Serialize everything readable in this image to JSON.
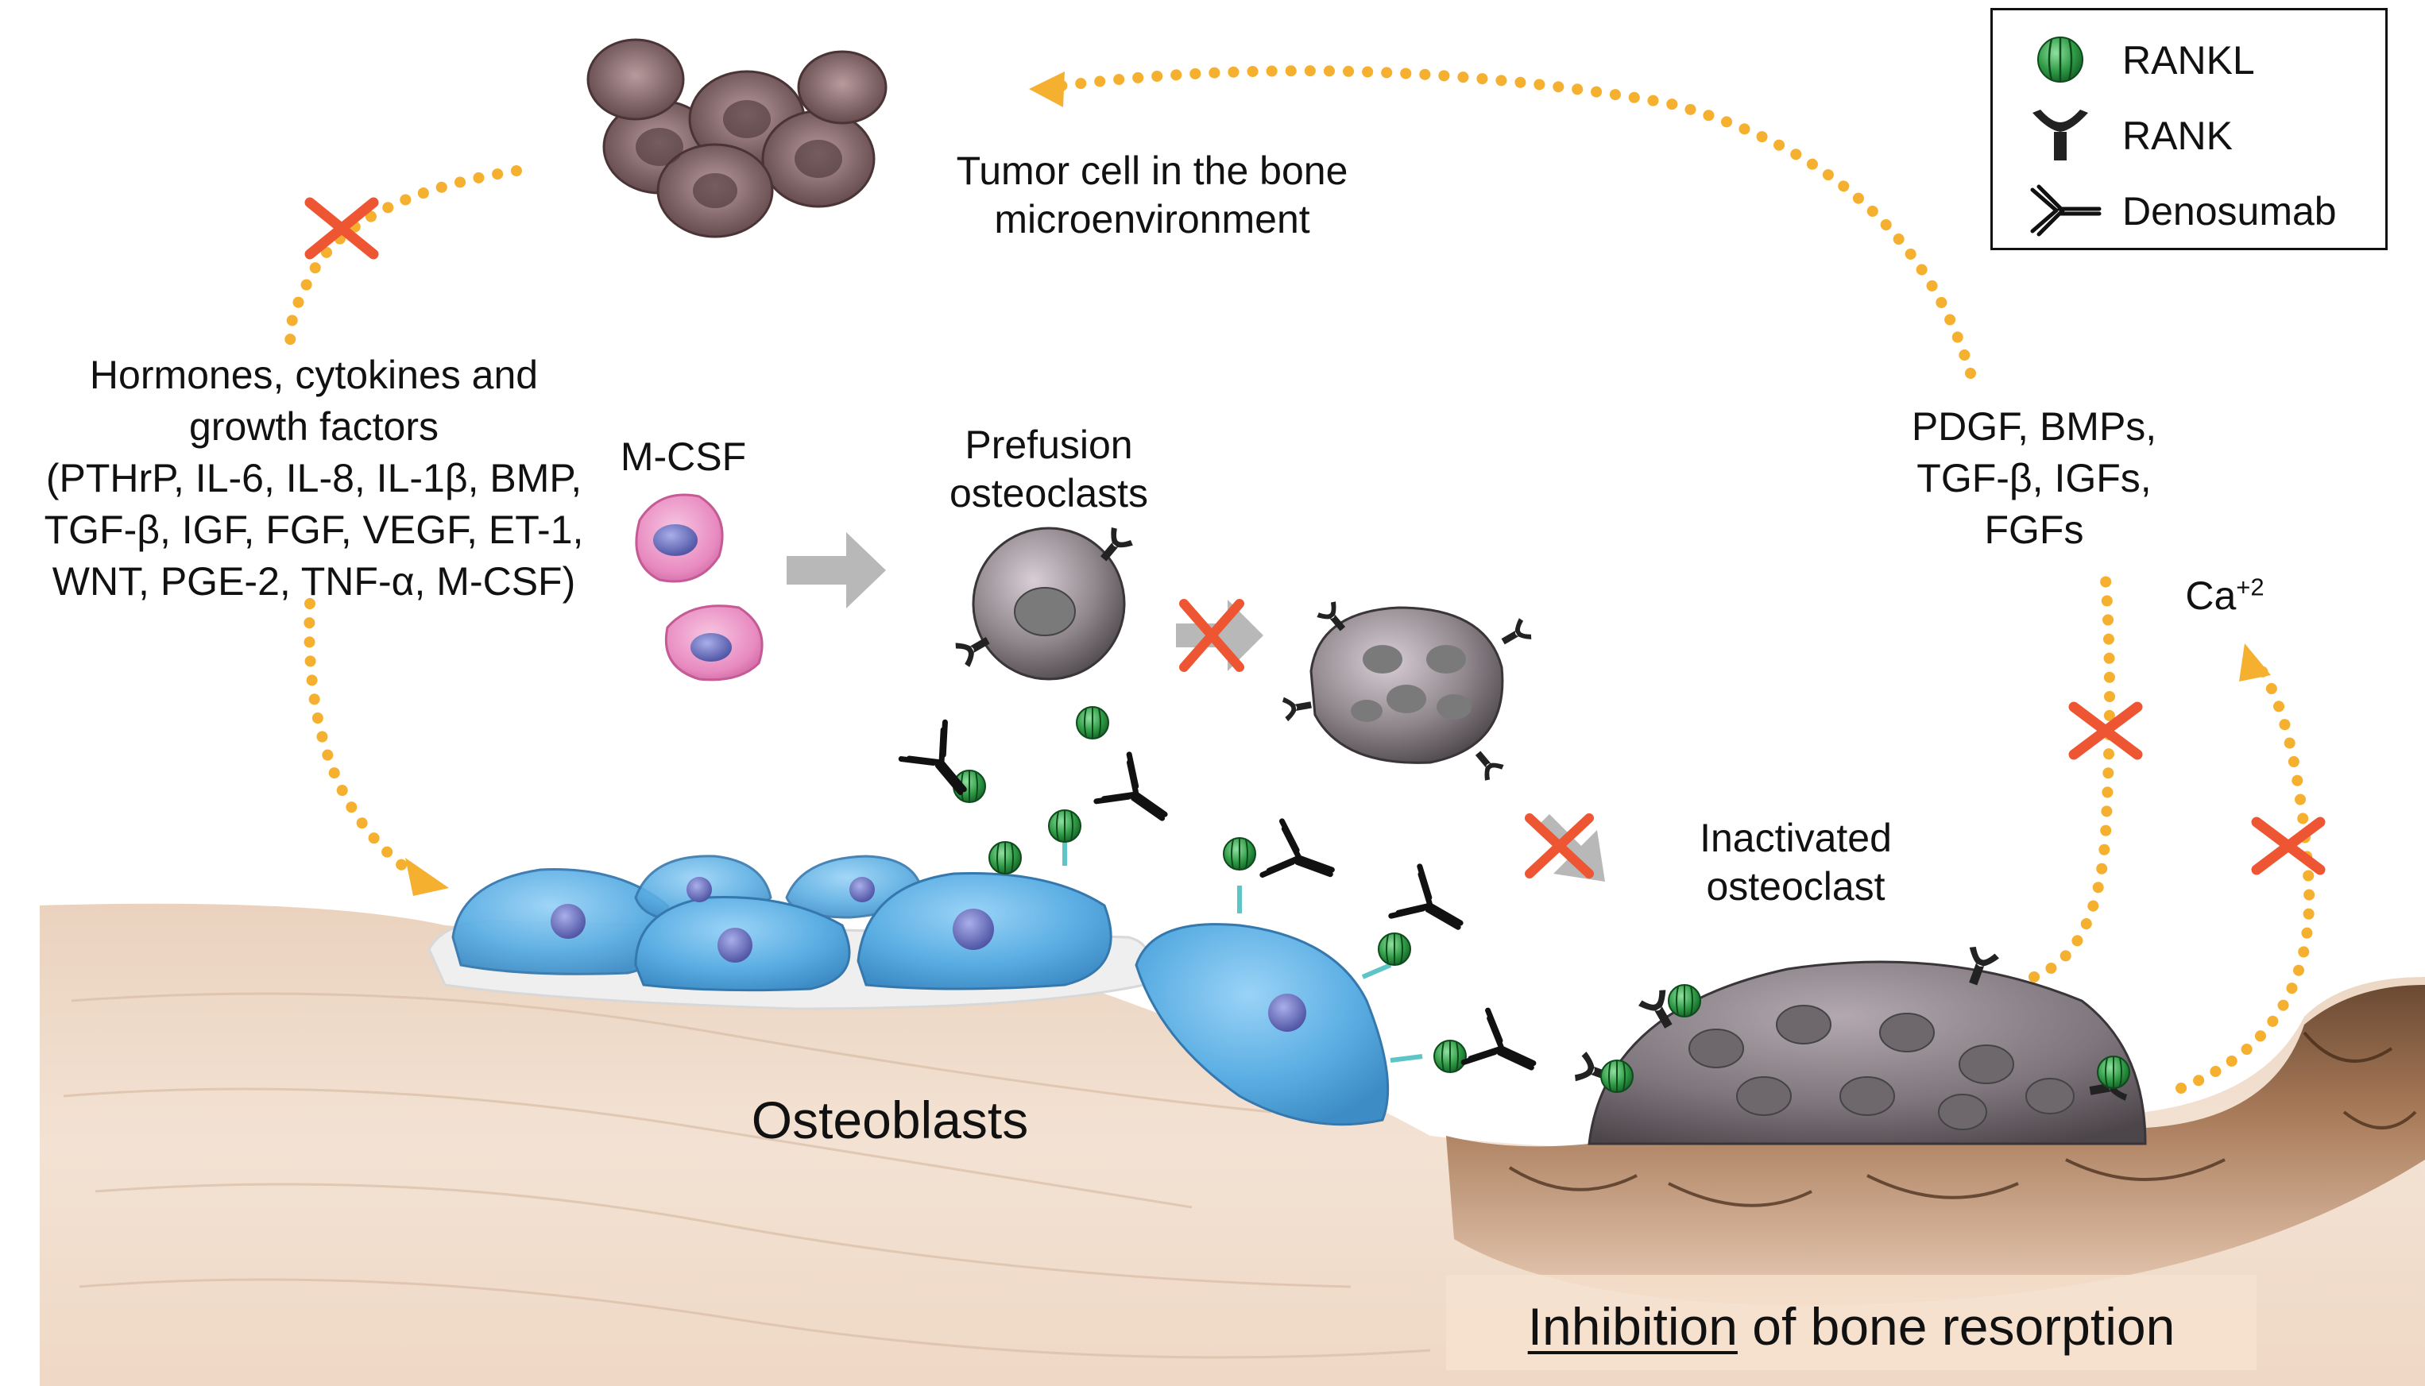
{
  "legend": {
    "rankl": "RANKL",
    "rank": "RANK",
    "denosumab": "Denosumab"
  },
  "labels": {
    "tumor_line1": "Tumor cell in the bone",
    "tumor_line2": "microenvironment",
    "hormones_line1": "Hormones, cytokines and",
    "hormones_line2": "growth factors",
    "hormones_line3": "(PTHrP, IL-6, IL-8, IL-1β, BMP,",
    "hormones_line4": "TGF-β, IGF, FGF, VEGF, ET-1,",
    "hormones_line5": "WNT, PGE-2, TNF-α, M-CSF)",
    "mcsf": "M-CSF",
    "prefusion_line1": "Prefusion",
    "prefusion_line2": "osteoclasts",
    "factors_line1": "PDGF, BMPs,",
    "factors_line2": "TGF-β, IGFs,",
    "factors_line3": "FGFs",
    "calcium_base": "Ca",
    "calcium_sup": "+2",
    "inactivated_line1": "Inactivated",
    "inactivated_line2": "osteoclast",
    "osteoblasts": "Osteoblasts",
    "inhibition_word": "Inhibition",
    "inhibition_rest": " of bone resorption"
  },
  "colors": {
    "dotted_arrow": "#F5B030",
    "inhibit_x": "#EE5533",
    "rankl_green": "#2E9A45",
    "osteoblast_blue": "#5BAEE3",
    "osteoclast_grey": "#7E767C",
    "mcsf_pink": "#E88AC0",
    "tumor_cell": "#8A6A6C",
    "bone": "#EED9C6"
  }
}
